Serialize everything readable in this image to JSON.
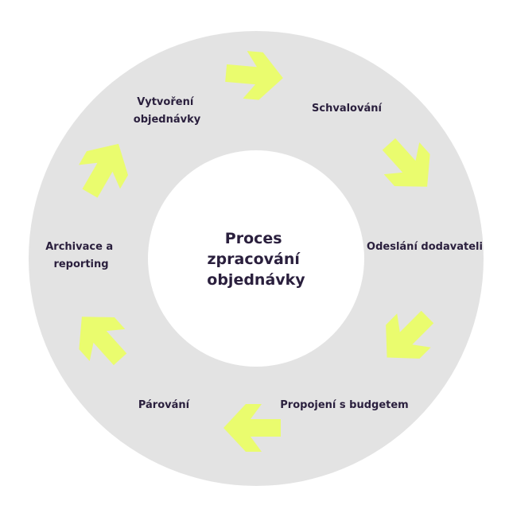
{
  "diagram": {
    "center_title_lines": [
      "Proces",
      "zpracování",
      "objednávky"
    ],
    "steps": [
      {
        "lines": [
          "Vytvoření",
          "objednávky"
        ]
      },
      {
        "lines": [
          "Schvalování"
        ]
      },
      {
        "lines": [
          "Odeslání dodavateli"
        ]
      },
      {
        "lines": [
          "Propojení s budgetem"
        ]
      },
      {
        "lines": [
          "Párování"
        ]
      },
      {
        "lines": [
          "Archivace a",
          "reporting"
        ]
      }
    ],
    "colors": {
      "ring": "#e3e3e3",
      "center": "#ffffff",
      "arrow": "#eafc6e",
      "text": "#2a1f3d"
    },
    "icons": [
      "arrow-icon"
    ]
  }
}
